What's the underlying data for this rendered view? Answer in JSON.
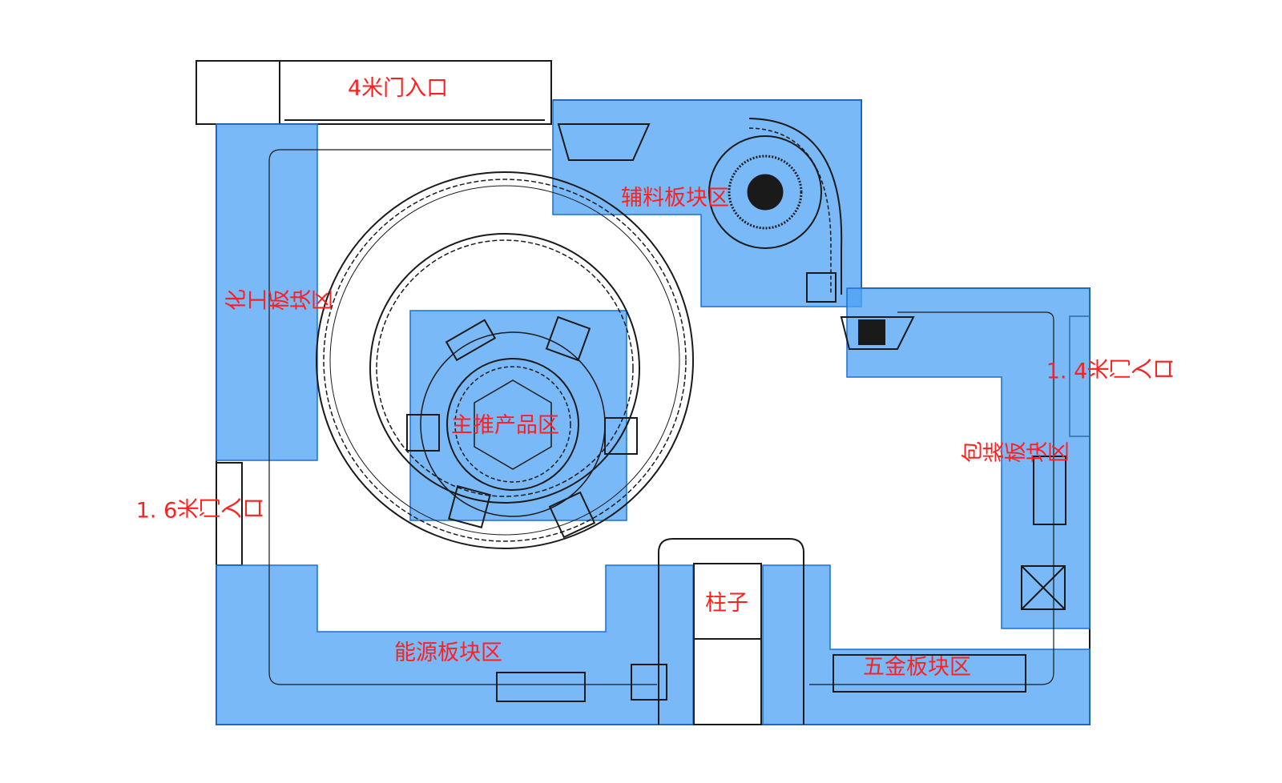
{
  "labels": {
    "entrance_4m": "4米门入口",
    "entrance_16m": "1. 6米门入口",
    "entrance_14m": "1. 4米门入口",
    "zone_auxiliary": "辅料板块区",
    "zone_chemical": "化工板块区",
    "zone_main": "主推产品区",
    "zone_packaging": "包装板块区",
    "zone_energy": "能源板块区",
    "zone_hardware": "五金板块区",
    "pillar": "柱子"
  },
  "colors": {
    "zone_fill": "#4da2f5",
    "zone_stroke": "#1a6fd6",
    "label": "#ff1f1f",
    "line": "#1a1a1a"
  }
}
